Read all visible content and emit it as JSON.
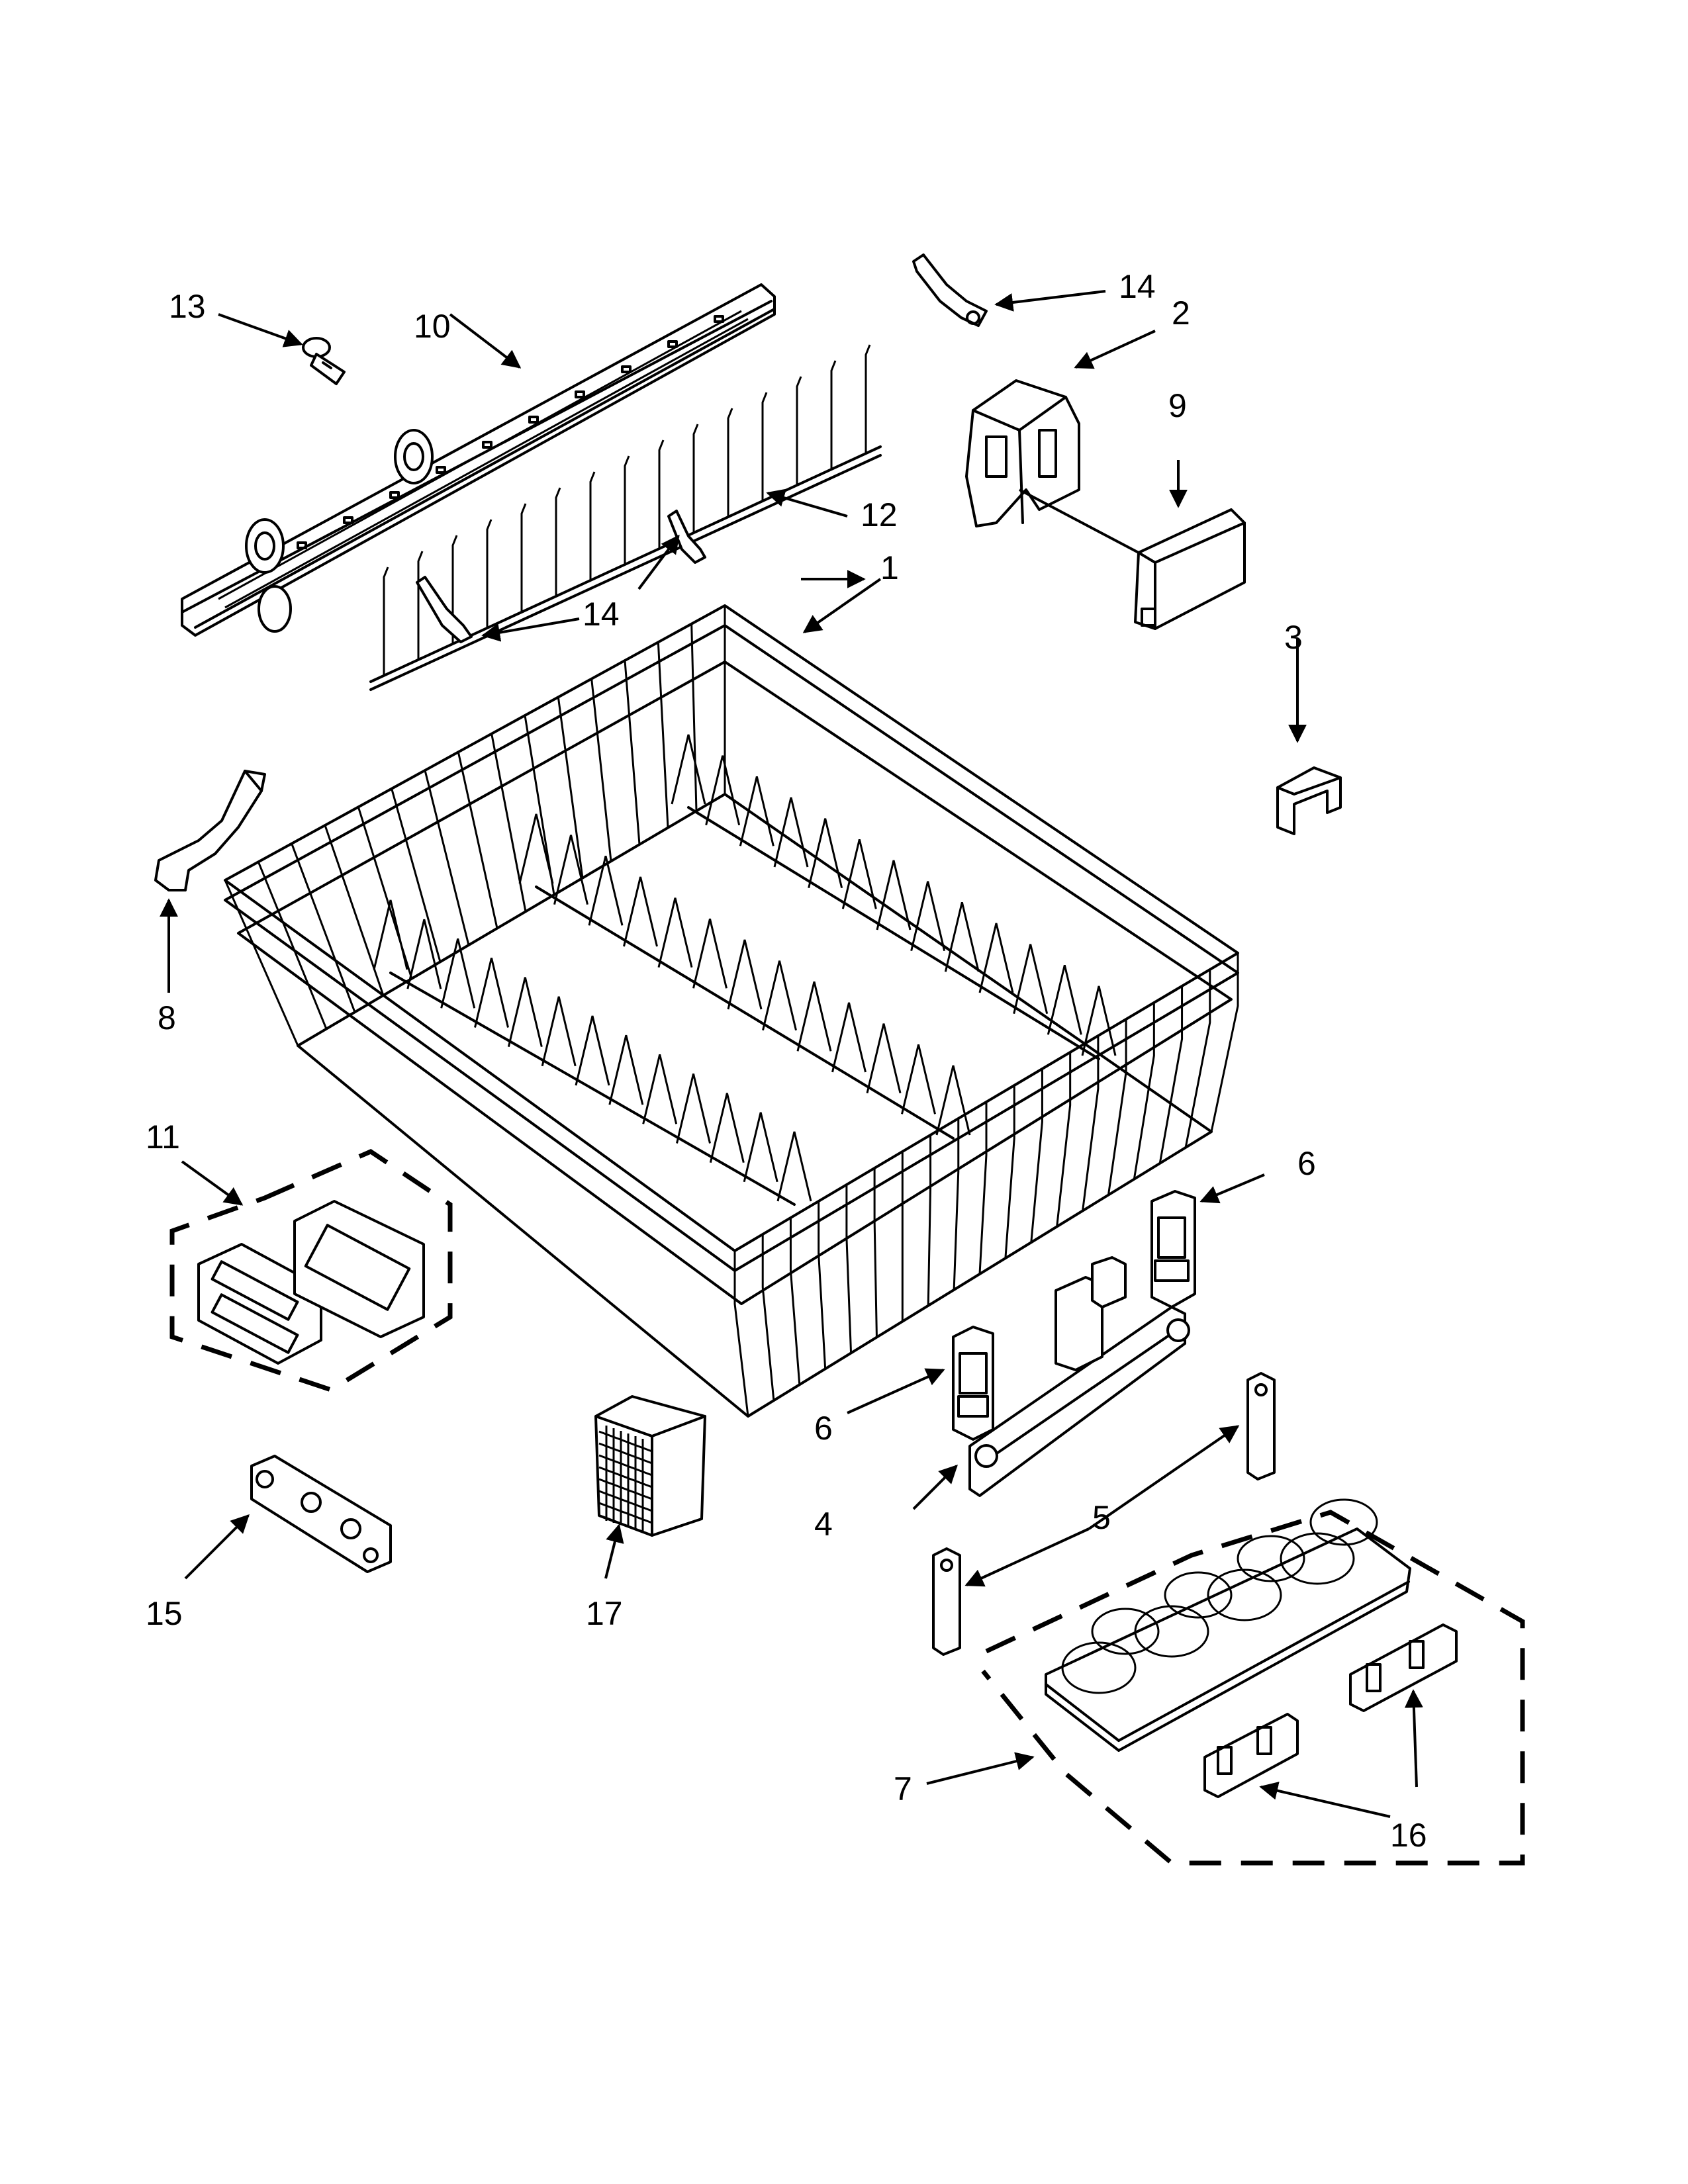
{
  "diagram": {
    "callouts": {
      "c1": "1",
      "c2": "2",
      "c3": "3",
      "c4": "4",
      "c5": "5",
      "c6a": "6",
      "c6b": "6",
      "c7": "7",
      "c8": "8",
      "c9": "9",
      "c10": "10",
      "c11": "11",
      "c12": "12",
      "c13": "13",
      "c14a": "14",
      "c14b": "14",
      "c15": "15",
      "c16": "16",
      "c17": "17"
    }
  }
}
